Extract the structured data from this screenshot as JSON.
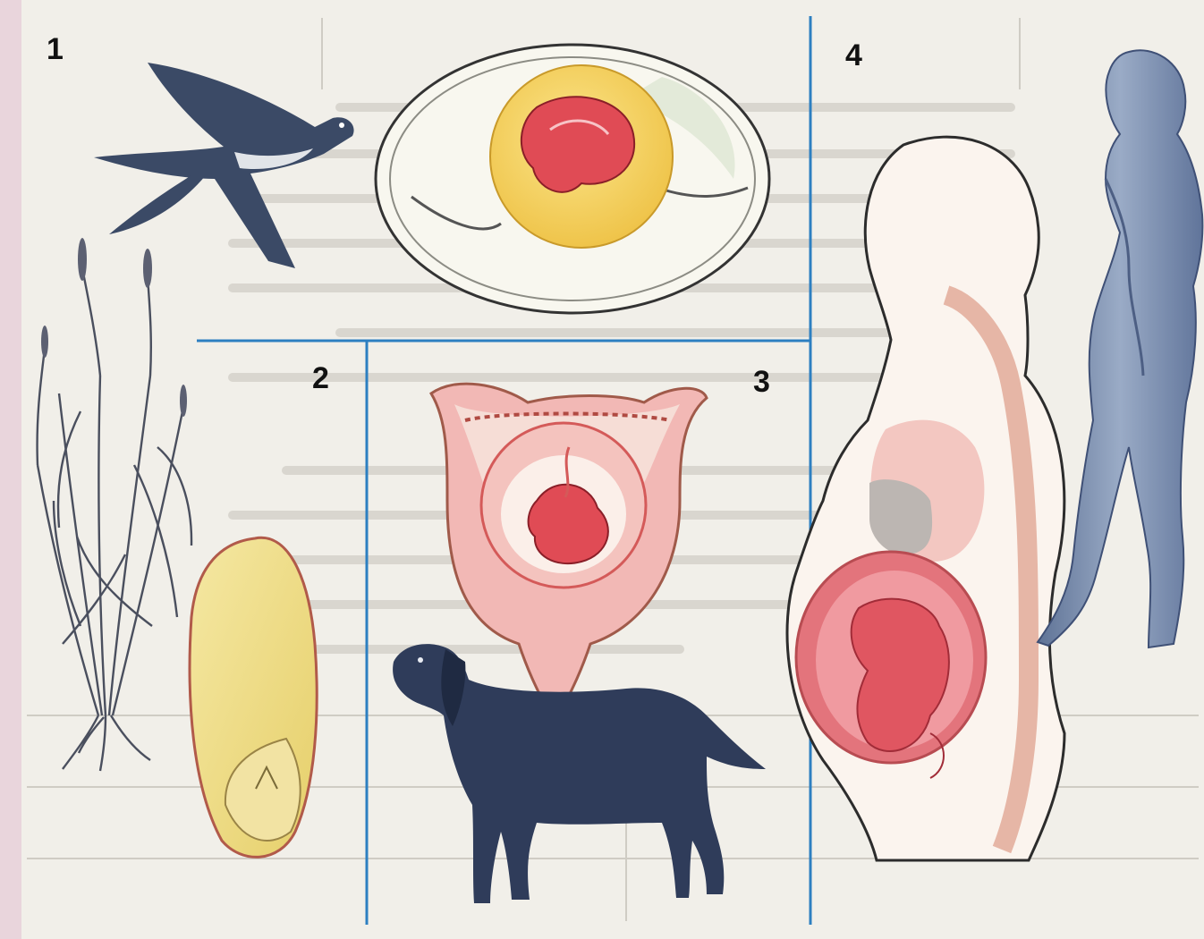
{
  "figure": {
    "panels": [
      {
        "number": "1",
        "contents": [
          "swallow-icon",
          "bird-egg-embryo-icon",
          "wheat-plant-icon",
          "grain-seed-icon"
        ]
      },
      {
        "number": "2",
        "contents": [
          "uterus-embryo-icon",
          "dog-icon"
        ]
      },
      {
        "number": "3",
        "contents": [
          "pregnant-woman-section-icon"
        ]
      },
      {
        "number": "4",
        "contents": [
          "woman-figure-icon"
        ]
      }
    ],
    "colors": {
      "divider": "#2d7fc1",
      "yolk": "#f4d35e",
      "embryo": "#e04b55",
      "tissue": "#f2b8b5",
      "dog": "#2f3c5a",
      "woman": "#7d8fae",
      "seed": "#efdc82"
    }
  }
}
